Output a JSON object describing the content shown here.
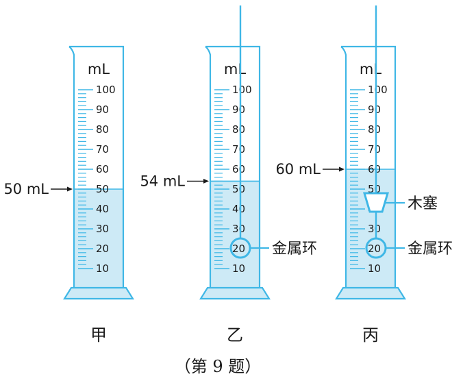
{
  "unit": "mL",
  "scale": {
    "max": 100,
    "labeled_ticks": [
      100,
      90,
      80,
      70,
      60,
      50,
      40,
      30,
      20,
      10
    ]
  },
  "colors": {
    "glass": "#3fb7e6",
    "water": "#cdeaf6",
    "text": "#1a1a1a"
  },
  "cylinders": [
    {
      "label": "甲",
      "water_level": 50,
      "reading_label": "50 mL",
      "wire": false,
      "ring": false,
      "cork": false
    },
    {
      "label": "乙",
      "water_level": 54,
      "reading_label": "54 mL",
      "wire": true,
      "ring": true,
      "ring_tag": "金属环",
      "cork": false
    },
    {
      "label": "丙",
      "water_level": 60,
      "reading_label": "60 mL",
      "wire": true,
      "ring": true,
      "ring_tag": "金属环",
      "cork": true,
      "cork_tag": "木塞"
    }
  ],
  "caption": "（第 9 题）"
}
